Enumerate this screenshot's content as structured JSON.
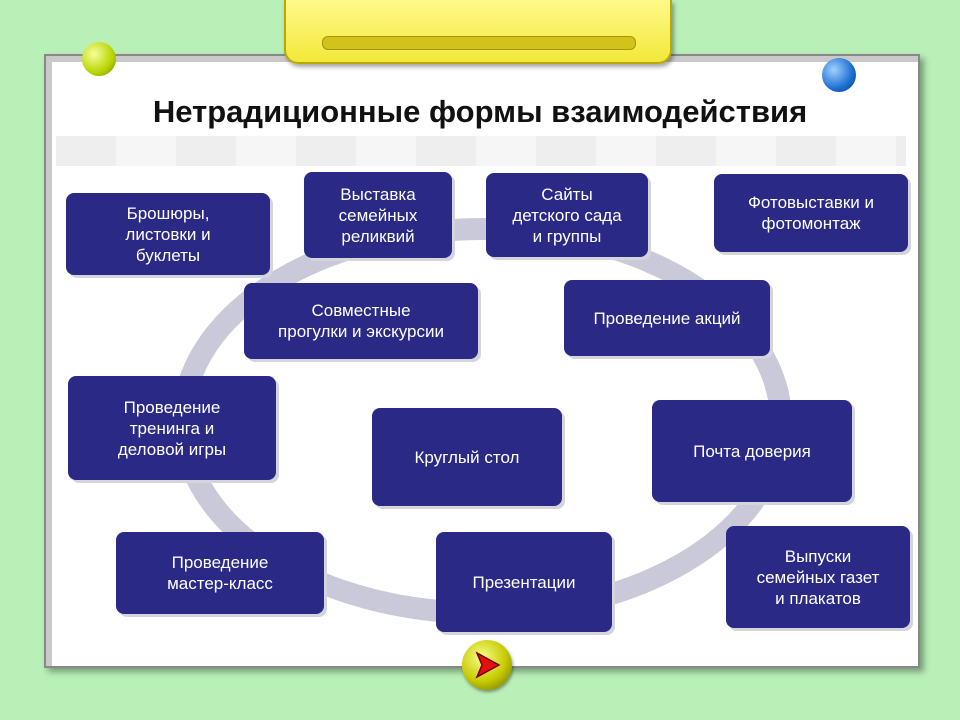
{
  "title": "Нетрадиционные формы взаимодействия",
  "items": [
    {
      "lines": [
        "Брошюры,",
        "листовки и",
        "буклеты"
      ]
    },
    {
      "lines": [
        "Выставка",
        "семейных",
        "реликвий"
      ]
    },
    {
      "lines": [
        "Сайты",
        "детского сада",
        "и группы"
      ]
    },
    {
      "lines": [
        "Фотовыставки и",
        "фотомонтаж"
      ]
    },
    {
      "lines": [
        "Совместные",
        "прогулки и экскурсии"
      ]
    },
    {
      "lines": [
        "Проведение акций"
      ]
    },
    {
      "lines": [
        "Проведение",
        "тренинга и",
        "деловой игры"
      ]
    },
    {
      "lines": [
        "Круглый стол"
      ]
    },
    {
      "lines": [
        "Почта доверия"
      ]
    },
    {
      "lines": [
        "Проведение",
        "мастер-класс"
      ]
    },
    {
      "lines": [
        "Презентации"
      ]
    },
    {
      "lines": [
        "Выпуски",
        "семейных газет",
        "и плакатов"
      ]
    }
  ],
  "icons": {
    "pin_left": "pushpin-green-icon",
    "pin_right": "pushpin-blue-icon",
    "next": "next-arrow-icon"
  },
  "colors": {
    "box_fill": "#2a2a86",
    "ring": "#c9c9d9",
    "background": "#b8f0b8"
  }
}
